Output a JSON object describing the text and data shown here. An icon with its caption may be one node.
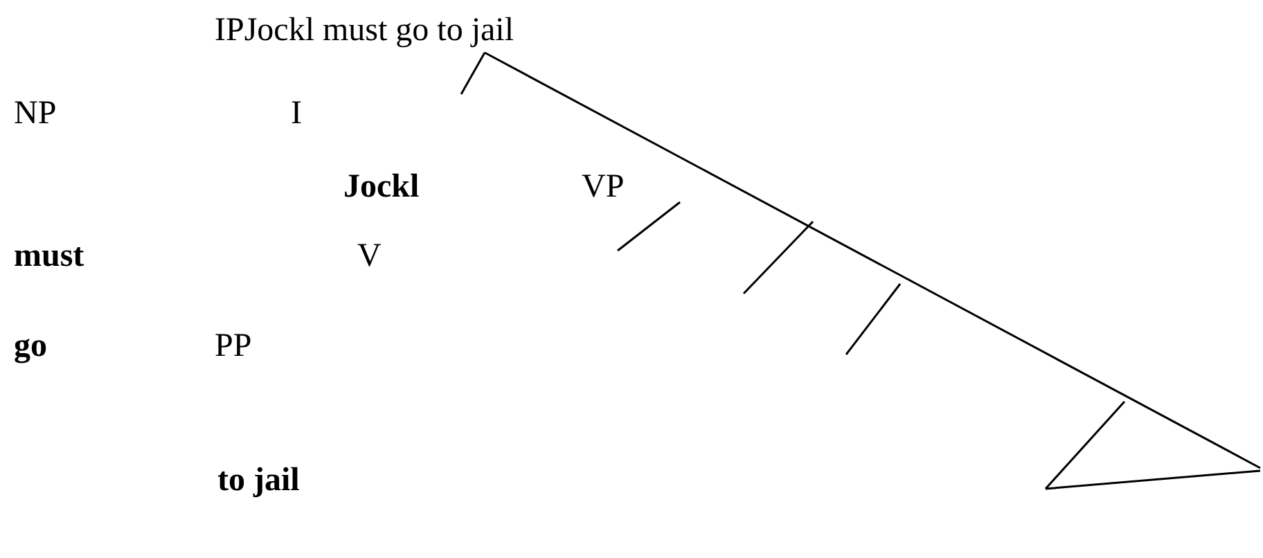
{
  "diagram": {
    "labels": [
      "IPJockl must go to jail",
      "NP",
      "I",
      "Jockl",
      "VP",
      "must",
      "V",
      "go",
      "PP",
      "to jail"
    ]
  }
}
